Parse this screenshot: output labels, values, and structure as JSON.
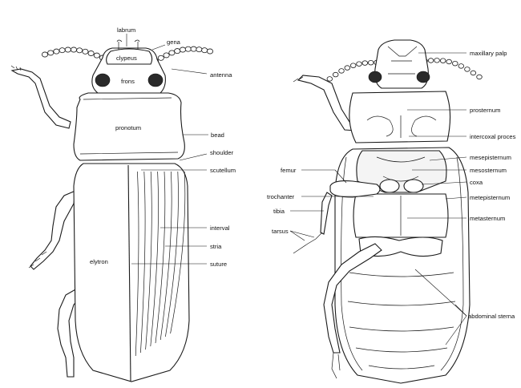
{
  "dorsal_labels": {
    "labrum": "labrum",
    "gena": "gena",
    "clypeus": "clypeus",
    "frons": "frons",
    "antenna": "antenna",
    "pronotum": "pronotum",
    "bead": "bead",
    "shoulder": "shoulder",
    "scutellum": "scutellum",
    "interval": "interval",
    "stria": "stria",
    "elytron": "elytron",
    "suture": "suture"
  },
  "ventral_labels": {
    "maxillary_palp": "maxillary palp",
    "prosternum": "prosternum",
    "intercoxal_process": "intercoxal proces",
    "mesepisternum": "mesepisternum",
    "mesosternum": "mesosternum",
    "coxa": "coxa",
    "metepisternum": "metepisternum",
    "metasternum": "metasternum",
    "femur": "femur",
    "trochanter": "trochanter",
    "tibia": "tibia",
    "tarsus": "tarsus",
    "abdominal_sterna": "abdominal sterna"
  }
}
